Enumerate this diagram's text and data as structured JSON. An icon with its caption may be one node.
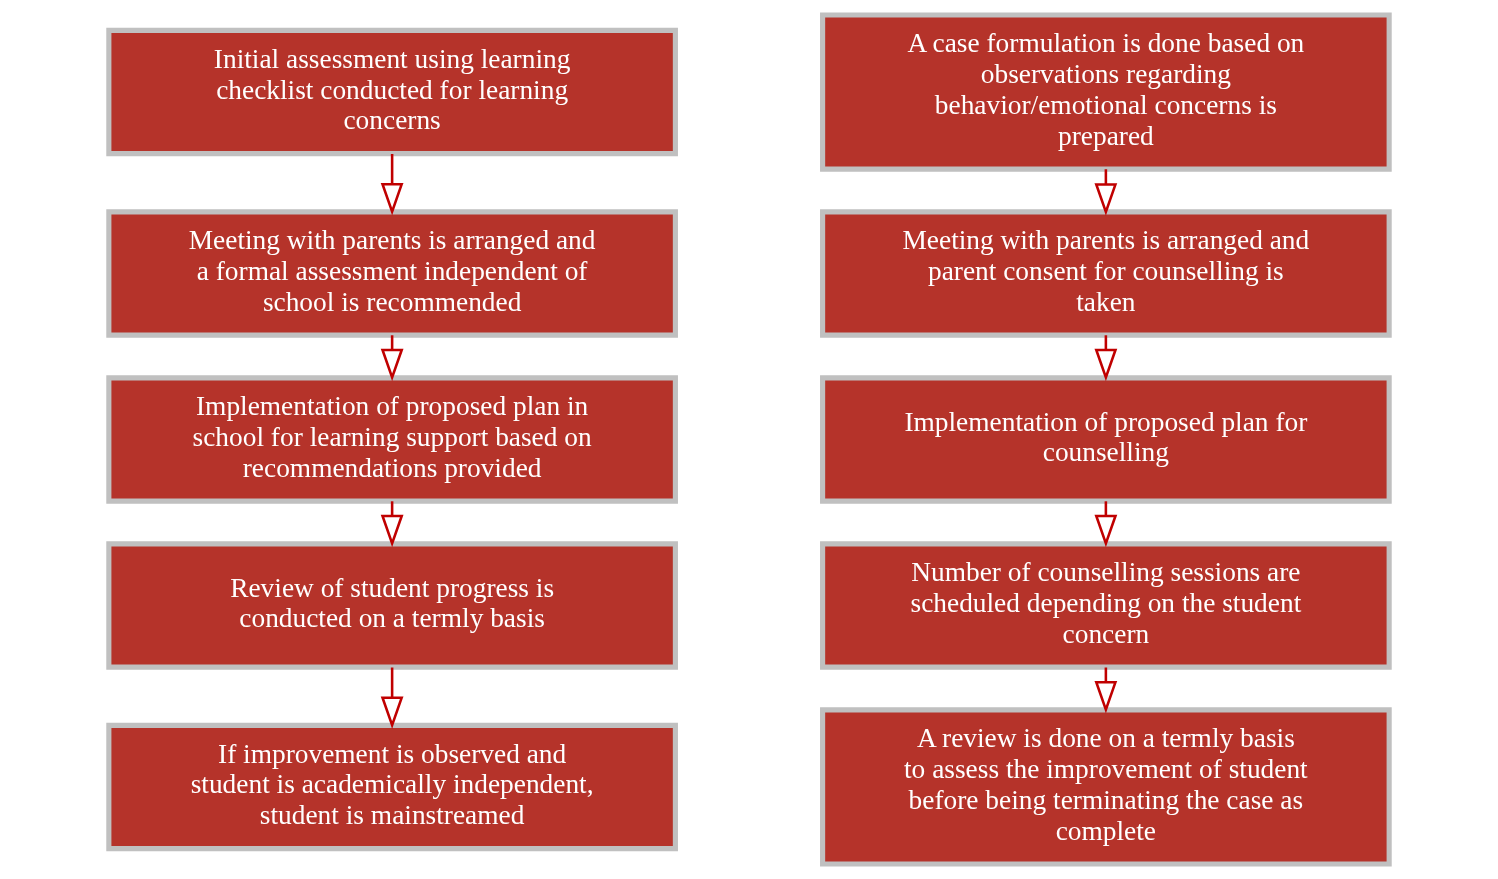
{
  "diagram": {
    "nodes": [
      {
        "text": [
          "Initial assessment using learning checklist conducted for learning concerns"
        ]
      },
      {
        "text": [
          "Meeting with parents is arranged and a formal assessment independent of school is recommended"
        ]
      },
      {
        "text": [
          "Implementation of proposed plan in school for learning support based on recommendations provided"
        ]
      },
      {
        "text": [
          "Review of student progress is conducted on a termly basis"
        ]
      },
      {
        "text": [
          "If improvement is observed and student is academically independent, student is mainstreamed"
        ]
      },
      {
        "text": [
          "A case formulation is done based on observations regarding behavior/emotional concerns is prepared"
        ]
      },
      {
        "text": [
          "Meeting with parents is arranged and parent consent for counselling is taken"
        ]
      },
      {
        "text": [
          "Implementation of proposed plan for counselling"
        ]
      },
      {
        "text": [
          "Number of counselling sessions are scheduled depending on the student concern"
        ]
      },
      {
        "text": [
          "A review is done on a termly basis to assess the improvement of student before being terminating the case as complete"
        ]
      }
    ],
    "edges": [
      {
        "from": 0,
        "to": 1,
        "arrow": "to"
      },
      {
        "from": 1,
        "to": 2,
        "arrow": "to"
      },
      {
        "from": 2,
        "to": 3,
        "arrow": "to"
      },
      {
        "from": 3,
        "to": 4,
        "arrow": "to"
      },
      {
        "from": 5,
        "to": 6,
        "arrow": "to"
      },
      {
        "from": 6,
        "to": 7,
        "arrow": "to"
      },
      {
        "from": 7,
        "to": 8,
        "arrow": "to"
      },
      {
        "from": 8,
        "to": 9,
        "arrow": "to"
      }
    ]
  }
}
